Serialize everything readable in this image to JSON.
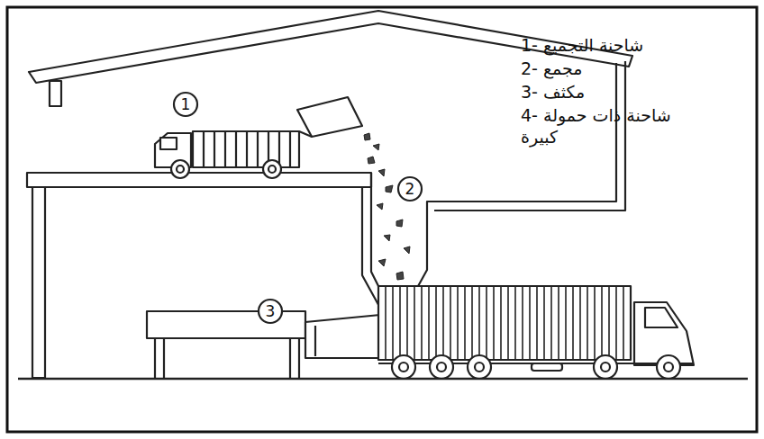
{
  "diagram": {
    "labels": [
      "1- شاحنة التجميع",
      "2- مجمع",
      "3- مكثف",
      "4- شاحنة ذات حمولة كبيرة",
      "1",
      "2",
      "3"
    ]
  }
}
